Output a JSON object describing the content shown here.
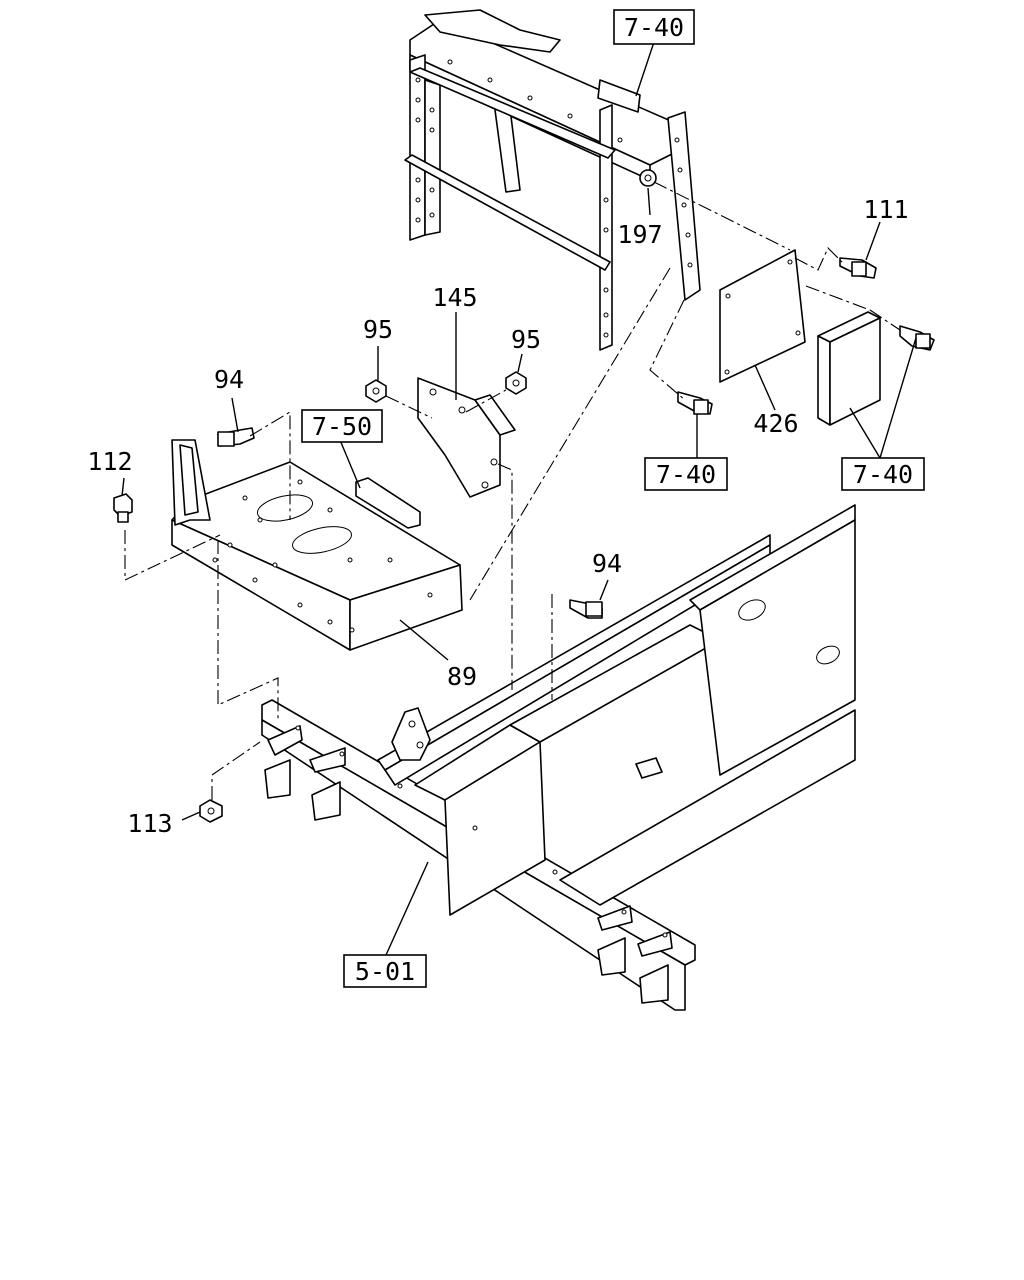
{
  "labels": {
    "ref_7_40_top": "7-40",
    "ref_7_40_mid": "7-40",
    "ref_7_40_right": "7-40",
    "ref_7_50": "7-50",
    "ref_5_01": "5-01",
    "p111": "111",
    "p197": "197",
    "p145": "145",
    "p95_left": "95",
    "p95_right": "95",
    "p94_upper": "94",
    "p94_lower": "94",
    "p112": "112",
    "p426": "426",
    "p89": "89",
    "p113": "113"
  }
}
